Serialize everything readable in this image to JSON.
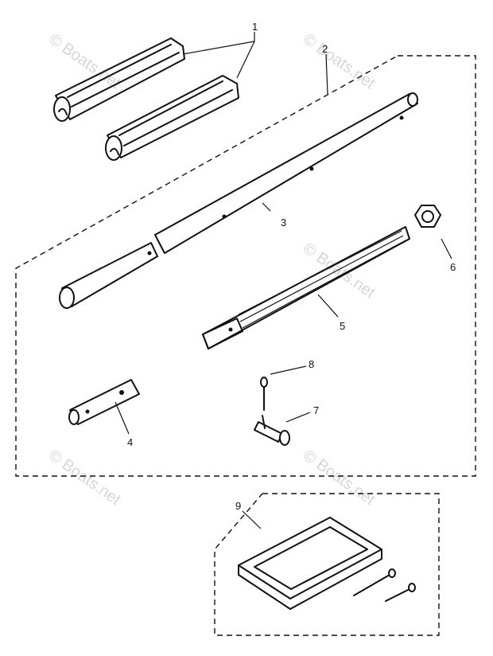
{
  "watermark": {
    "text": "© Boats.net"
  },
  "parts": [
    {
      "id": "part-1",
      "label": "1"
    },
    {
      "id": "part-2",
      "label": "2"
    },
    {
      "id": "part-3",
      "label": "3"
    },
    {
      "id": "part-4",
      "label": "4"
    },
    {
      "id": "part-5",
      "label": "5"
    },
    {
      "id": "part-6",
      "label": "6"
    },
    {
      "id": "part-7",
      "label": "7"
    },
    {
      "id": "part-8",
      "label": "8"
    },
    {
      "id": "part-9",
      "label": "9"
    }
  ]
}
